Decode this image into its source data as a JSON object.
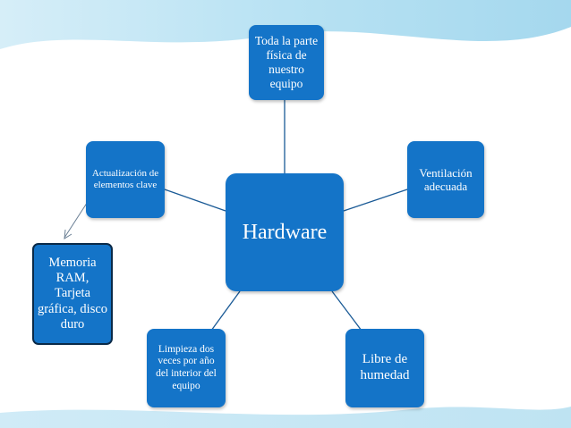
{
  "diagram": {
    "center": "Hardware",
    "nodes": {
      "top": "Toda la parte física de nuestro equipo",
      "right": "Ventilación adecuada",
      "bottom_right": "Libre de humedad",
      "bottom_left": "Limpieza dos veces por año del interior del equipo",
      "left": "Actualización de elementos clave",
      "memory": "Memoria RAM, Tarjeta gráfica, disco duro"
    }
  },
  "colors": {
    "node_fill": "#1474c8",
    "connector": "#1a5a96",
    "memory_border": "#0a2a48",
    "arrow": "#6a7f94"
  }
}
